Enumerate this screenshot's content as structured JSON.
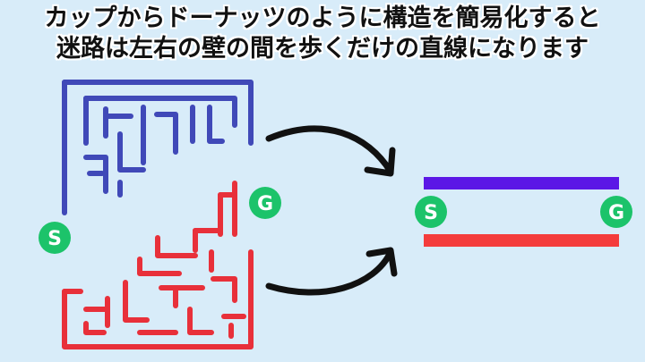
{
  "caption": {
    "line1": "カップからドーナッツのように構造を簡易化すると",
    "line2": "迷路は左右の壁の間を歩くだけの直線になります"
  },
  "badges": {
    "start": "S",
    "goal": "G"
  },
  "colors": {
    "background": "#d8ecf9",
    "blue_wall": "#4049b8",
    "red_wall": "#e8303a",
    "purple_bar": "#5b17e6",
    "red_bar": "#f43c3c",
    "badge_green": "#1cc36a",
    "arrow": "#111111"
  }
}
